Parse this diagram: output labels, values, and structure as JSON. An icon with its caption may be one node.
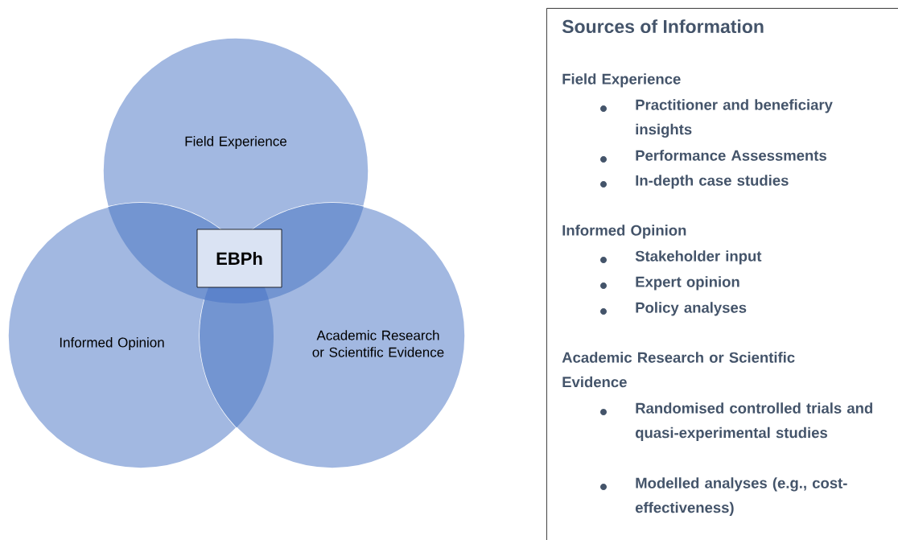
{
  "diagram": {
    "nodes": [
      {
        "text": [
          "Field Experience"
        ]
      },
      {
        "text": [
          "Informed Opinion"
        ]
      },
      {
        "text": [
          "Academic Research or Scientific Evidence"
        ]
      },
      {
        "text": [
          "EBPh"
        ]
      },
      {
        "text": [
          "Sources of Information",
          "Field Experience",
          "Practitioner and beneficiary insights",
          "Performance Assessments",
          "In-depth case studies",
          "Informed Opinion",
          "Stakeholder input",
          "Expert opinion",
          "Policy analyses",
          "Academic Research or Scientific Evidence",
          "Randomised controlled trials and quasi-experimental studies",
          "Modelled analyses (e.g., cost-effectiveness)"
        ]
      }
    ]
  }
}
